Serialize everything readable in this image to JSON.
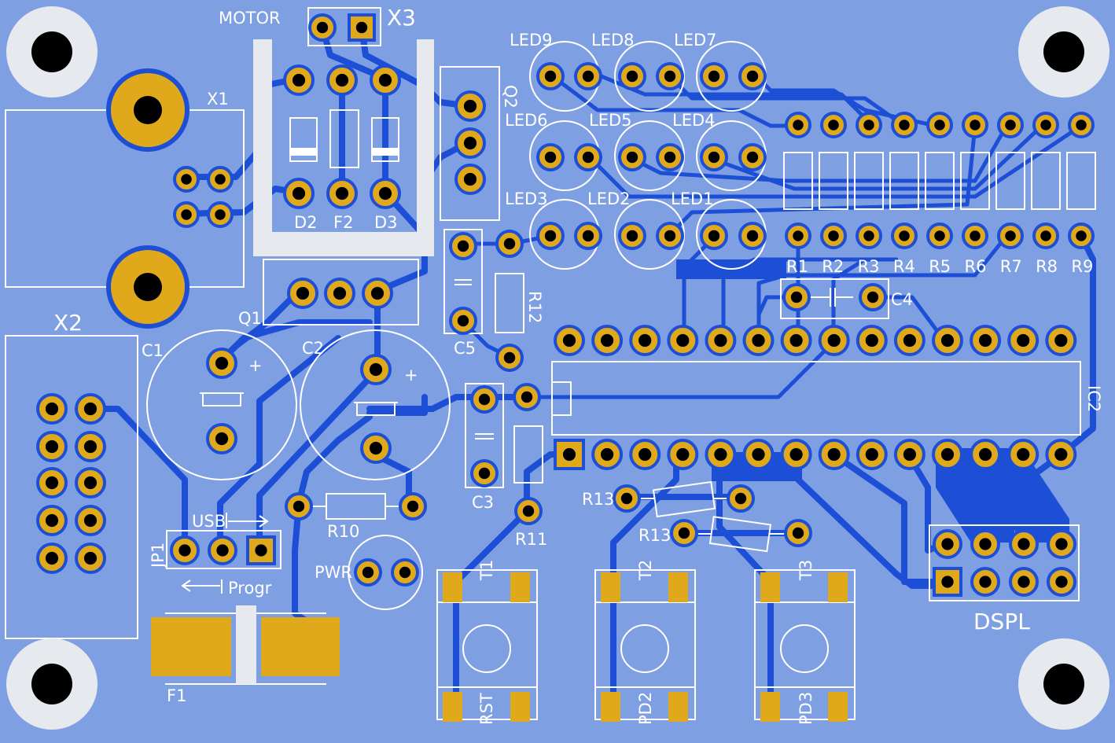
{
  "board": {
    "colors": {
      "substrate": "#7f9fe3",
      "copper": "#1d4fd6",
      "pad": "#e0a91c",
      "silkscreen": "#ffffff",
      "drill": "#000000"
    },
    "labels": {
      "motor": "MOTOR",
      "x3": "X3",
      "x1": "X1",
      "x2": "X2",
      "q2": "Q2",
      "q1": "Q1",
      "d2": "D2",
      "f2": "F2",
      "d3": "D3",
      "c1": "C1",
      "c2": "C2",
      "c3": "C3",
      "c4": "C4",
      "c5": "C5",
      "r10": "R10",
      "r11": "R11",
      "r12": "R12",
      "r13a": "R13",
      "r13b": "R13",
      "ic2": "IC2",
      "jp1": "JP1",
      "usb": "USB",
      "progr": "Progr",
      "pwr": "PWR",
      "f1": "F1",
      "dspl": "DSPL",
      "t1": "T1",
      "t2": "T2",
      "t3": "T3",
      "rst": "RST",
      "pd2": "PD2",
      "pd3": "PD3",
      "plus1": "+",
      "plus2": "+"
    },
    "leds": [
      "LED9",
      "LED8",
      "LED7",
      "LED6",
      "LED5",
      "LED4",
      "LED3",
      "LED2",
      "LED1"
    ],
    "resistors": [
      "R1",
      "R2",
      "R3",
      "R4",
      "R5",
      "R6",
      "R7",
      "R8",
      "R9"
    ]
  }
}
